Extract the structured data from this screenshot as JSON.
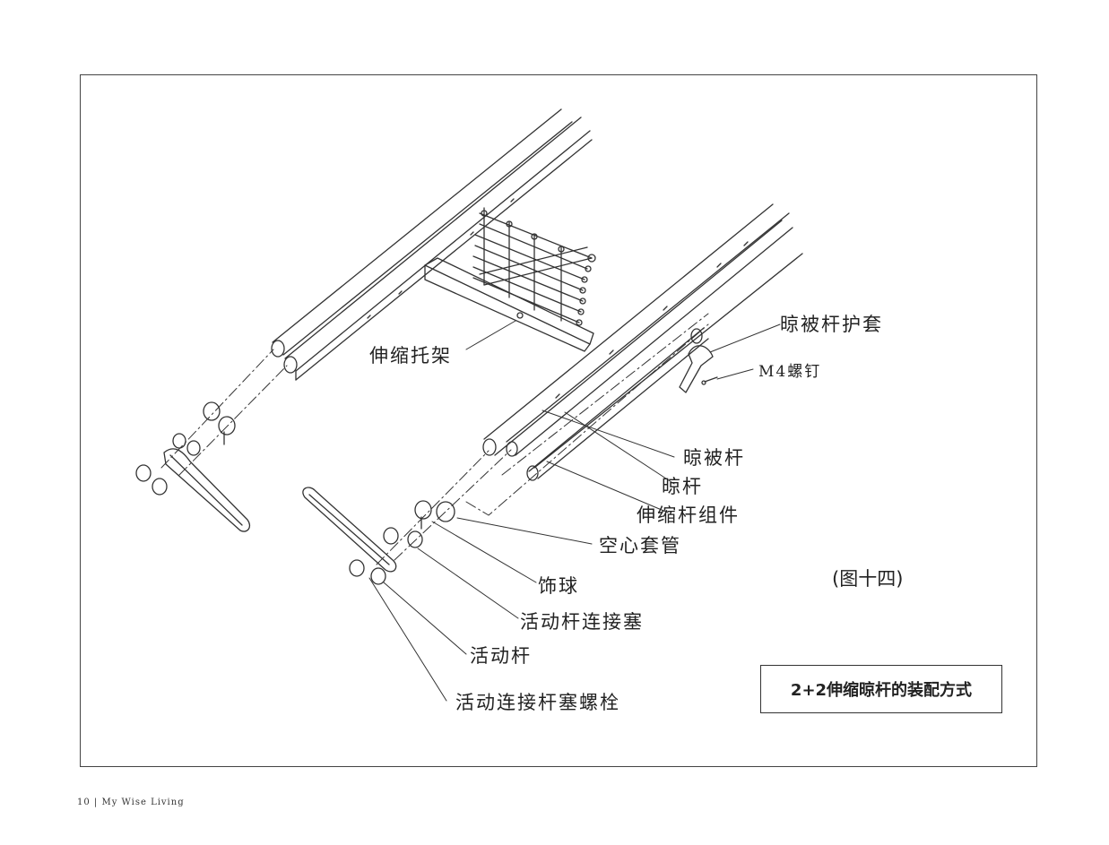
{
  "labels": {
    "bracket": "伸缩托架",
    "cover": "晾被杆护套",
    "screw": "M4螺钉",
    "quilt_rod": "晾被杆",
    "rod": "晾杆",
    "telescopic_assembly": "伸缩杆组件",
    "hollow_sleeve": "空心套管",
    "ball": "饰球",
    "connector_plug": "活动杆连接塞",
    "movable_rod": "活动杆",
    "bolt": "活动连接杆塞螺栓"
  },
  "figure_number": "(图十四)",
  "title": "2+2伸缩晾杆的装配方式",
  "footer": {
    "page_number": "10",
    "brand": "My Wise Living"
  }
}
